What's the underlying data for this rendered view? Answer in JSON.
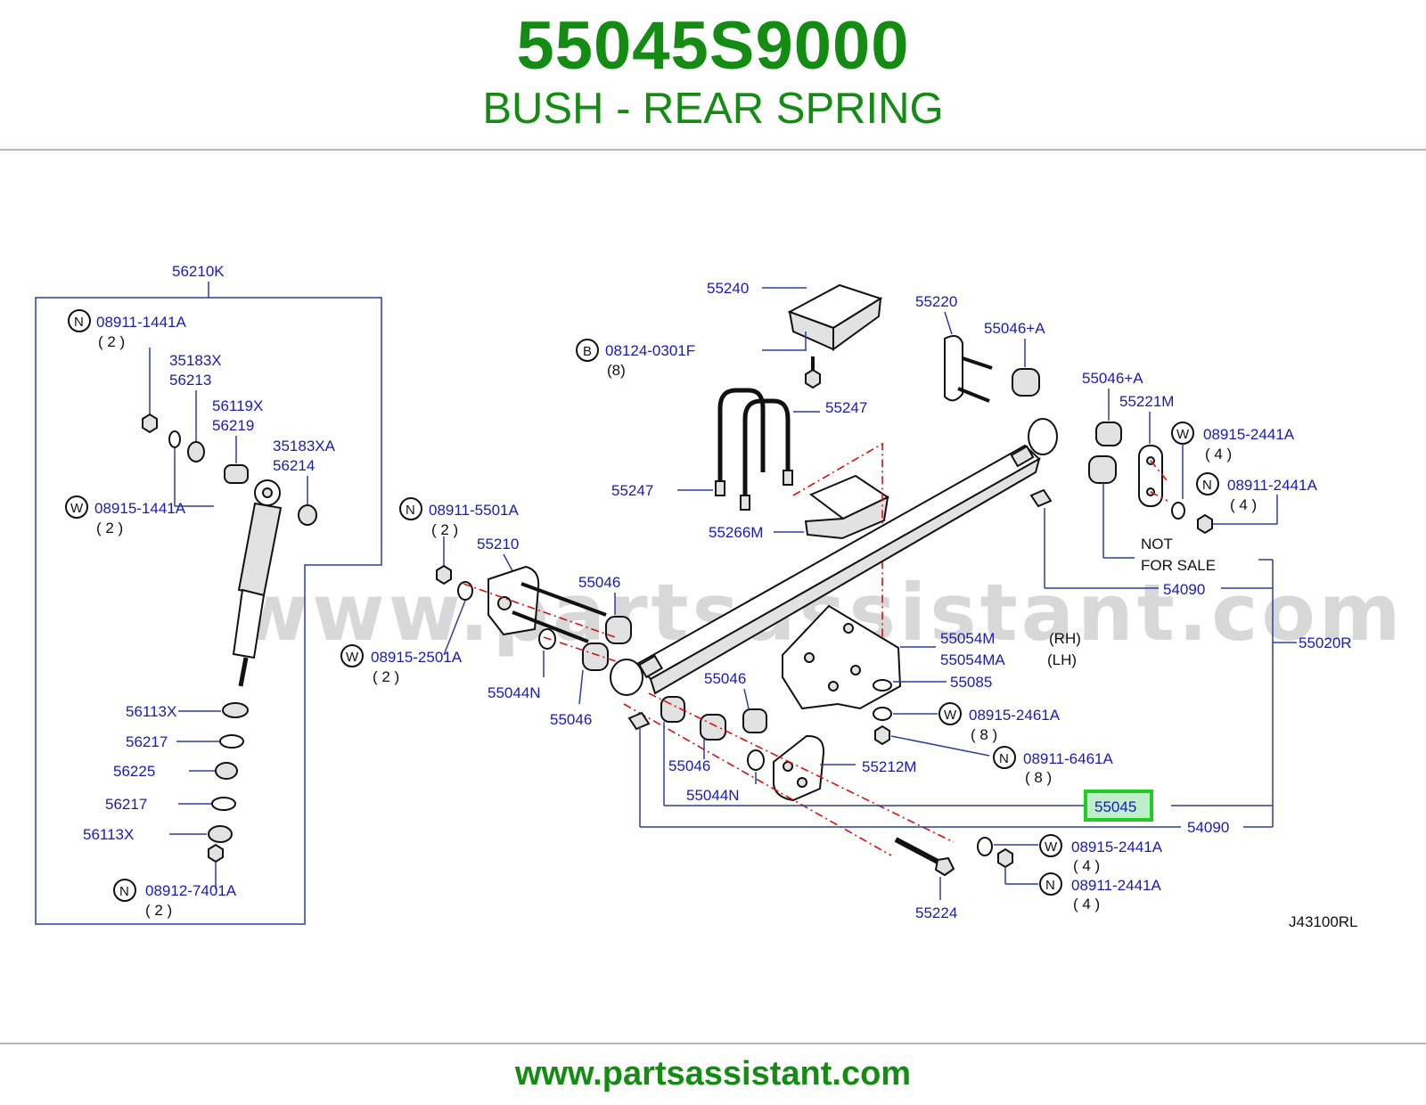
{
  "header": {
    "part_number": "55045S9000",
    "part_name": "BUSH - REAR SPRING"
  },
  "footer": {
    "url": "www.partsassistant.com"
  },
  "watermark": "www.partsassistant.com",
  "diagram_code": "J43100RL",
  "highlight_color": "#22cc22",
  "labels": {
    "shock_group": "56210K",
    "n_08911_1441A": "08911-1441A",
    "qty_2a": "( 2 )",
    "p_35183X": "35183X",
    "p_56213": "56213",
    "p_56119X": "56119X",
    "p_56219": "56219",
    "p_35183XA": "35183XA",
    "p_56214": "56214",
    "w_08915_1441A": "08915-1441A",
    "qty_2b": "( 2 )",
    "p_56113X_a": "56113X",
    "p_56217_a": "56217",
    "p_56225": "56225",
    "p_56217_b": "56217",
    "p_56113X_b": "56113X",
    "n_08912_7401A": "08912-7401A",
    "qty_2c": "( 2 )",
    "n_08911_5501A": "08911-5501A",
    "qty_2d": "( 2 )",
    "p_55210": "55210",
    "p_55046_a": "55046",
    "w_08915_2501A": "08915-2501A",
    "qty_2e": "( 2 )",
    "p_55044N_a": "55044N",
    "p_55046_b": "55046",
    "p_55240": "55240",
    "b_08124_0301F": "08124-0301F",
    "qty_8a": "(8)",
    "p_55247_a": "55247",
    "p_55247_b": "55247",
    "p_55266M": "55266M",
    "p_55220": "55220",
    "p_55046A_a": "55046+A",
    "p_55046A_b": "55046+A",
    "p_55221M": "55221M",
    "w_08915_2441A_a": "08915-2441A",
    "qty_4a": "( 4 )",
    "n_08911_2441A_a": "08911-2441A",
    "qty_4b": "( 4 )",
    "not_for_sale_1": "NOT",
    "not_for_sale_2": "FOR  SALE",
    "p_54090_a": "54090",
    "p_55020R": "55020R",
    "p_55054M": "55054M",
    "rh": "(RH)",
    "p_55054MA": "55054MA",
    "lh": "(LH)",
    "p_55085": "55085",
    "p_55046_c": "55046",
    "w_08915_2461A": "08915-2461A",
    "qty_8b": "( 8 )",
    "n_08911_6461A": "08911-6461A",
    "qty_8c": "( 8 )",
    "p_55046_d": "55046",
    "p_55212M": "55212M",
    "p_55044N_b": "55044N",
    "p_55045": "55045",
    "p_54090_b": "54090",
    "w_08915_2441A_b": "08915-2441A",
    "qty_4c": "( 4 )",
    "n_08911_2441A_b": "08911-2441A",
    "qty_4d": "( 4 )",
    "p_55224": "55224"
  },
  "symbols": {
    "nut": "N",
    "washer": "W",
    "bolt": "B"
  }
}
